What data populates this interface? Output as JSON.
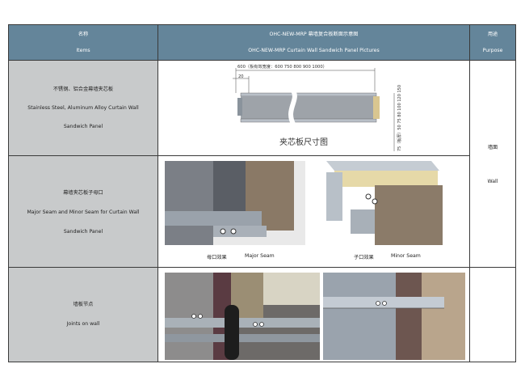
{
  "header": {
    "col1_cn": "名称",
    "col1_en": "Items",
    "col2_cn": "OHC-NEW-MRP 幕墙复合板断面示意图",
    "col2_en": "OHC-NEW-MRP Curtain Wall Sandwich Panel Pictures",
    "col3_cn": "用途",
    "col3_en": "Purpose"
  },
  "rows": [
    {
      "name_cn": "不锈钢、铝合金幕墙夹芯板",
      "name_en_1": "Stainless Steel, Aluminum Alloy Curtain Wall",
      "name_en_2": "Sandwich Panel"
    },
    {
      "name_cn": "幕墙夹芯板子母口",
      "name_en_1": "Major Seam and Minor Seam for Curtain Wall",
      "name_en_2": "Sandwich Panel"
    },
    {
      "name_cn": "墙板节点",
      "name_en_1": "Joints on wall",
      "name_en_2": ""
    }
  ],
  "purpose": {
    "cn": "墙面",
    "en": "Wall"
  },
  "drawing": {
    "dim_top": "600（板有效宽度：600 750 800 900 1000）",
    "dim_left": "20",
    "dim_right": "75（板厚）50 75 80 100 120 150",
    "caption": "夹芯板尺寸图"
  },
  "captions": {
    "major_cn": "母口效果",
    "major_en": "Major Seam",
    "minor_cn": "子口效果",
    "minor_en": "Minor Seam"
  },
  "colors": {
    "header_bg": "#64859a",
    "label_bg": "#c8cacb"
  }
}
